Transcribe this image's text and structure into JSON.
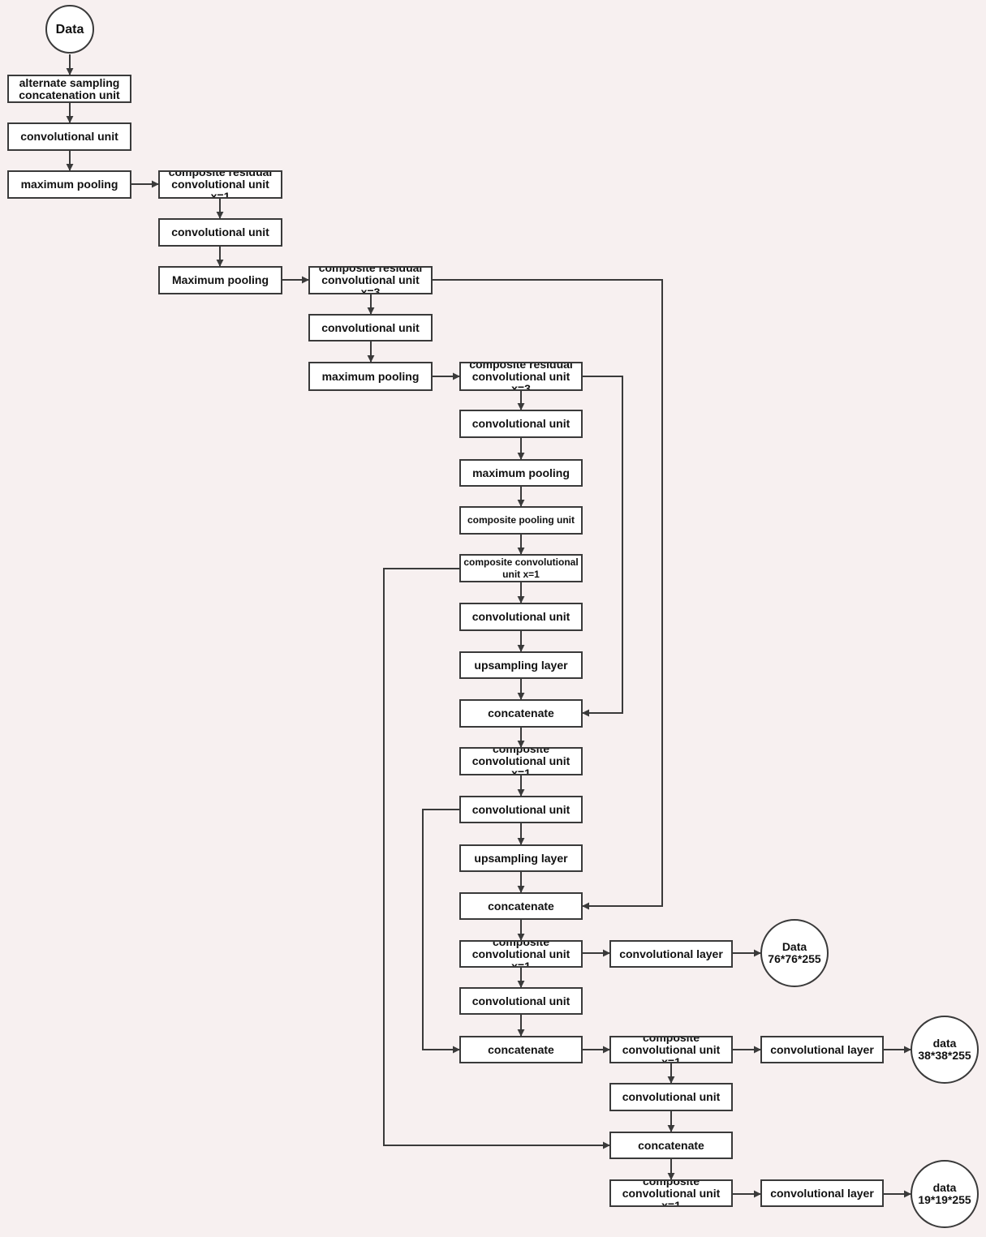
{
  "nodes": {
    "data_in": "Data",
    "alt_sampling": "alternate sampling concatenation unit",
    "conv_1": "convolutional unit",
    "pool_1": "maximum pooling",
    "crc_x1_1": "composite residual convolutional unit x=1",
    "conv_2": "convolutional unit",
    "pool_2": "Maximum pooling",
    "crc_x3_1": "composite residual convolutional unit x=3",
    "conv_3": "convolutional unit",
    "pool_3": "maximum pooling",
    "crc_x3_2": "composite residual convolutional unit x=3",
    "conv_4": "convolutional unit",
    "pool_4": "maximum pooling",
    "comp_pool": "composite pooling unit",
    "comp_conv_x1_1": "composite convolutional unit x=1",
    "conv_5": "convolutional unit",
    "upsample_1": "upsampling layer",
    "concat_1": "concatenate",
    "ccu_x1_1": "composite convolutional unit x=1",
    "conv_6": "convolutional unit",
    "upsample_2": "upsampling layer",
    "concat_2": "concatenate",
    "ccu_x1_2": "composite convolutional unit x=1",
    "conv_layer_1": "convolutional layer",
    "out_1": "Data 76*76*255",
    "conv_7": "convolutional unit",
    "concat_3": "concatenate",
    "ccu_x1_3": "composite convolutional unit x=1",
    "conv_layer_2": "convolutional layer",
    "out_2": "data 38*38*255",
    "conv_8": "convolutional unit",
    "concat_4": "concatenate",
    "ccu_x1_4": "composite convolutional unit x=1",
    "conv_layer_3": "convolutional layer",
    "out_3": "data 19*19*255"
  }
}
